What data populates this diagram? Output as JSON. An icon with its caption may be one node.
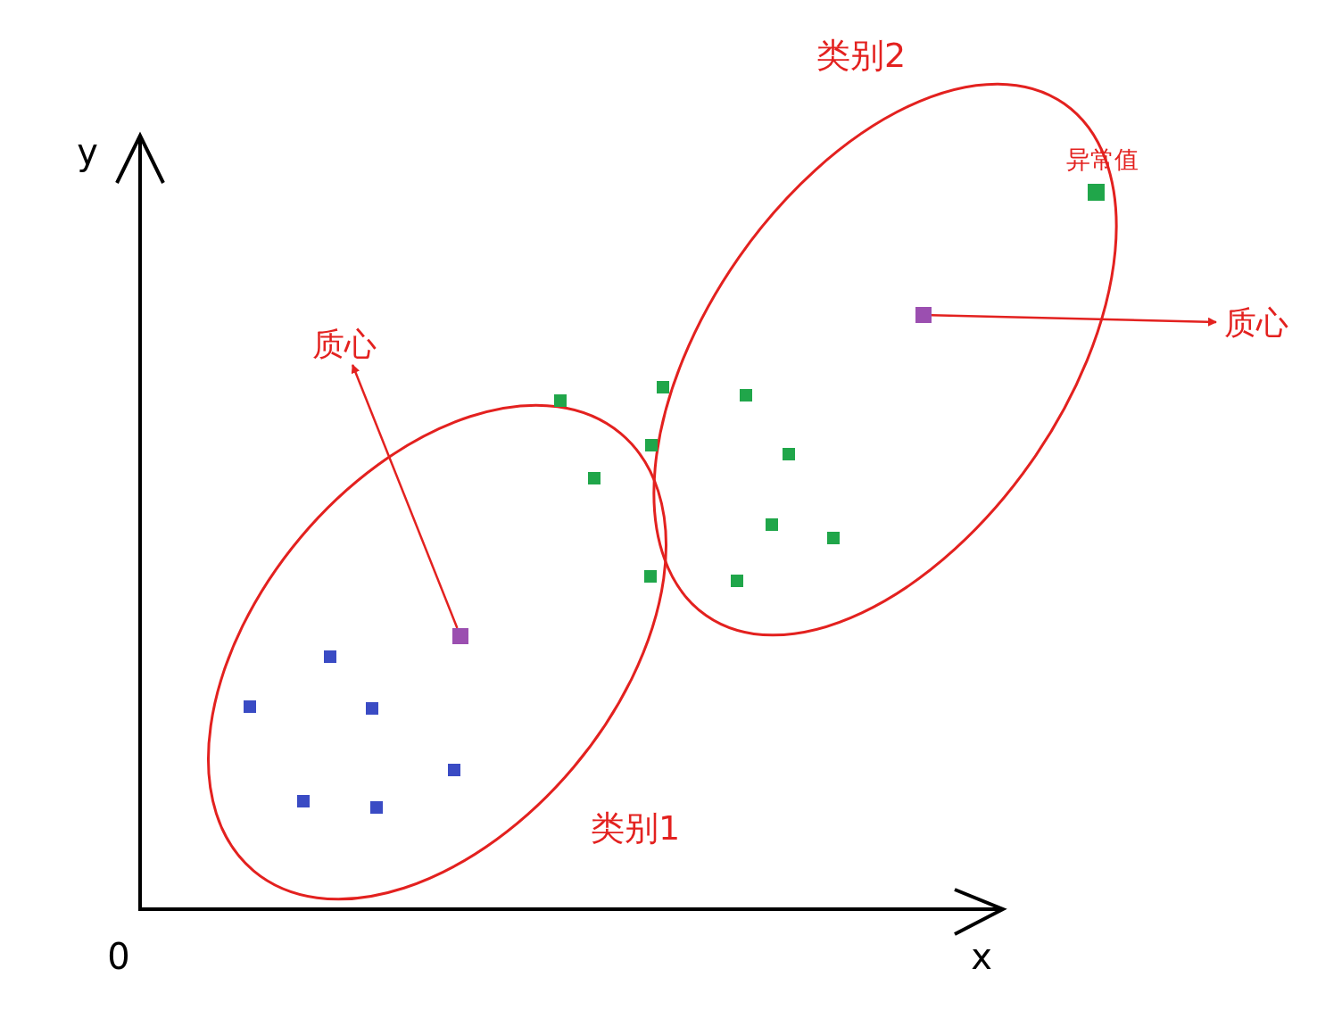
{
  "diagram": {
    "nodes": [
      {
        "text": [
          "质心"
        ]
      },
      {
        "text": [],
        "shape": "box"
      },
      {
        "text": [
          "质心"
        ]
      },
      {
        "text": [],
        "shape": "box"
      }
    ],
    "edges": [
      {
        "from": 3,
        "to": 0,
        "arrow": "to"
      },
      {
        "from": 1,
        "to": 2,
        "arrow": "to"
      }
    ],
    "labels": [
      "类别2",
      "异常值",
      "y",
      "类别1",
      "0",
      "x"
    ]
  }
}
